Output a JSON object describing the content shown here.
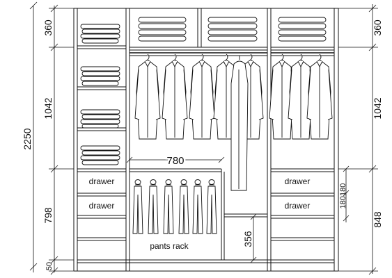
{
  "dimensions": {
    "total_height": "2250",
    "left_top": "360",
    "left_middle": "1042",
    "left_lower": "798",
    "left_base": "50",
    "right_top": "360",
    "right_middle": "1042",
    "right_lower": "848",
    "right_small": "180180",
    "rack_width": "780",
    "rack_height": "356"
  },
  "labels": {
    "left_drawer_1": "drawer",
    "left_drawer_2": "drawer",
    "right_drawer_1": "drawer",
    "right_drawer_2": "drawer",
    "pants_rack": "pants rack"
  }
}
